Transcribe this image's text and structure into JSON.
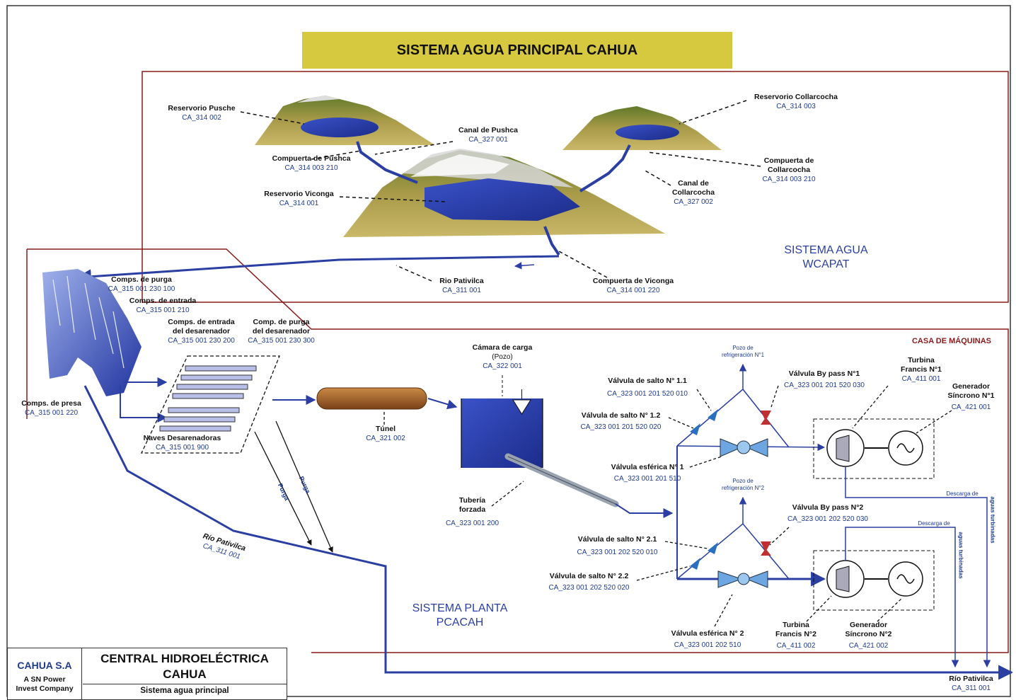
{
  "title": "SISTEMA AGUA PRINCIPAL CAHUA",
  "sections": {
    "wcapat": "SISTEMA AGUA\nWCAPAT",
    "pcacah": "SISTEMA PLANTA\nPCACAH",
    "casa": "CASA DE MÁQUINAS"
  },
  "labels": {
    "res_pusche": {
      "name": "Reservorio Pusche",
      "code": "CA_314 002"
    },
    "comp_pushca": {
      "name": "Compuerta de Pushca",
      "code": "CA_314 003 210"
    },
    "res_viconga": {
      "name": "Reservorio Viconga",
      "code": "CA_314 001"
    },
    "canal_pushca": {
      "name": "Canal de Pushca",
      "code": "CA_327 001"
    },
    "res_collarcocha": {
      "name": "Reservorio Collarcocha",
      "code": "CA_314 003"
    },
    "comp_collarcocha": {
      "name": "Compuerta de\nCollarcocha",
      "code": "CA_314 003 210"
    },
    "canal_collarcocha": {
      "name": "Canal de\nCollarcocha",
      "code": "CA_327 002"
    },
    "rio_pativilca_top": {
      "name": "Rio Pativilca",
      "code": "CA_311 001"
    },
    "comp_viconga": {
      "name": "Compuerta de Viconga",
      "code": "CA_314 001 220"
    },
    "comps_purga": {
      "name": "Comps. de purga",
      "code": "CA_315 001 230 100"
    },
    "comps_entrada": {
      "name": "Comps. de entrada",
      "code": "CA_315 001 210"
    },
    "comps_entrada_des": {
      "name": "Comps. de entrada\ndel desarenador",
      "code": "CA_315 001 230 200"
    },
    "comp_purga_des": {
      "name": "Comp. de purga\ndel desarenador",
      "code": "CA_315 001 230 300"
    },
    "comps_presa": {
      "name": "Comps. de presa",
      "code": "CA_315 001 220"
    },
    "naves": {
      "name": "Naves Desarenadoras",
      "code": "CA_315 001 900"
    },
    "tunel": {
      "name": "Túnel",
      "code": "CA_321 002"
    },
    "camara": {
      "name": "Cámara de carga",
      "sub": "(Pozo)",
      "code": "CA_322 001"
    },
    "tuberia": {
      "name": "Tubería\nforzada",
      "code": "CA_323 001 200"
    },
    "rio_pativilca_mid": {
      "name": "Río Pativilca",
      "code": "CA_311 001"
    },
    "valv_salto_11": {
      "name": "Válvula de salto N° 1.1",
      "code": "CA_323 001 201 520 010"
    },
    "valv_salto_12": {
      "name": "Válvula de salto N° 1.2",
      "code": "CA_323 001 201 520 020"
    },
    "valv_esf_1": {
      "name": "Válvula esférica N° 1",
      "code": "CA_323 001 201 510"
    },
    "valv_bypass_1": {
      "name": "Válvula By pass N°1",
      "code": "CA_323 001 201 520 030"
    },
    "valv_salto_21": {
      "name": "Válvula de salto N° 2.1",
      "code": "CA_323 001 202 520 010"
    },
    "valv_salto_22": {
      "name": "Válvula de salto N° 2.2",
      "code": "CA_323 001 202 520 020"
    },
    "valv_esf_2": {
      "name": "Válvula esférica N° 2",
      "code": "CA_323 001 202 510"
    },
    "valv_bypass_2": {
      "name": "Válvula By pass N°2",
      "code": "CA_323 001 202 520 030"
    },
    "turbina_1": {
      "name": "Turbina\nFrancis N°1",
      "code": "CA_411 001"
    },
    "generador_1": {
      "name": "Generador\nSíncrono N°1",
      "code": "CA_421 001"
    },
    "turbina_2": {
      "name": "Turbina\nFrancis N°2",
      "code": "CA_411 002"
    },
    "generador_2": {
      "name": "Generador\nSíncrono N°2",
      "code": "CA_421 002"
    },
    "rio_pativilca_out": {
      "name": "Río Pativilca",
      "code": "CA_311 001"
    },
    "pozo_1": "Pozo de\nrefrigeración N°1",
    "pozo_2": "Pozo de\nrefrigeración N°2",
    "descarga_1": "Descarga de",
    "descarga_1b": "aguas turbinadas",
    "descarga_2": "Descarga de",
    "descarga_2b": "aguas turbinadas",
    "purga_1": "Purga",
    "purga_2": "Purga"
  },
  "titleblock": {
    "company": "CAHUA S.A",
    "company_sub": "A SN Power\nInvest Company",
    "main": "CENTRAL HIDROELÉCTRICA\nCAHUA",
    "sub": "Sistema agua principal"
  },
  "colors": {
    "frame": "#8a1a1a",
    "water": "#2b3fa3",
    "title_bg": "#d7c93f",
    "mountain": "#a89a48",
    "tunnel": "#9a5a25"
  }
}
